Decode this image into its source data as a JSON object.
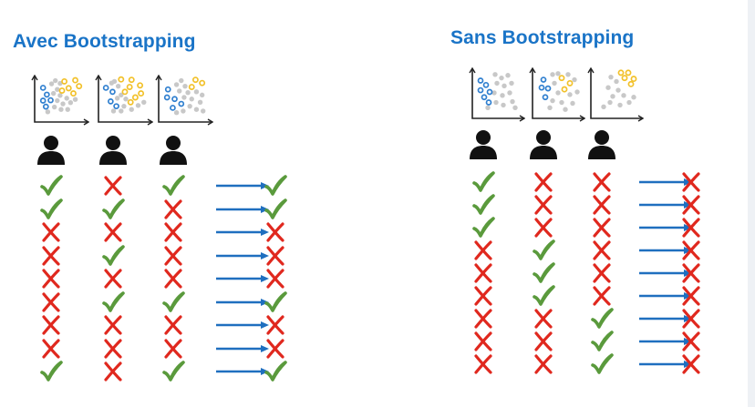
{
  "panels": [
    {
      "id": "with",
      "title": "Avec Bootstrapping",
      "plots": [
        {
          "yellow": [
            [
              0.78,
              0.07
            ],
            [
              0.55,
              0.1
            ],
            [
              0.86,
              0.22
            ],
            [
              0.64,
              0.27
            ],
            [
              0.74,
              0.4
            ],
            [
              0.5,
              0.33
            ]
          ],
          "blue": [
            [
              0.1,
              0.26
            ],
            [
              0.18,
              0.43
            ],
            [
              0.1,
              0.58
            ],
            [
              0.26,
              0.57
            ],
            [
              0.16,
              0.73
            ]
          ],
          "gray": [
            [
              0.36,
              0.08
            ],
            [
              0.28,
              0.16
            ],
            [
              0.46,
              0.15
            ],
            [
              0.4,
              0.3
            ],
            [
              0.32,
              0.4
            ],
            [
              0.46,
              0.45
            ],
            [
              0.6,
              0.52
            ],
            [
              0.4,
              0.58
            ],
            [
              0.52,
              0.66
            ],
            [
              0.68,
              0.63
            ],
            [
              0.34,
              0.74
            ],
            [
              0.48,
              0.8
            ],
            [
              0.62,
              0.8
            ],
            [
              0.2,
              0.86
            ],
            [
              0.78,
              0.55
            ]
          ]
        },
        {
          "yellow": [
            [
              0.4,
              0.05
            ],
            [
              0.62,
              0.06
            ],
            [
              0.8,
              0.2
            ],
            [
              0.58,
              0.24
            ],
            [
              0.82,
              0.4
            ],
            [
              0.48,
              0.36
            ],
            [
              0.7,
              0.5
            ],
            [
              0.6,
              0.62
            ]
          ],
          "blue": [
            [
              0.08,
              0.26
            ],
            [
              0.22,
              0.36
            ],
            [
              0.18,
              0.6
            ],
            [
              0.3,
              0.72
            ]
          ],
          "gray": [
            [
              0.26,
              0.1
            ],
            [
              0.34,
              0.22
            ],
            [
              0.2,
              0.14
            ],
            [
              0.4,
              0.44
            ],
            [
              0.32,
              0.52
            ],
            [
              0.5,
              0.54
            ],
            [
              0.46,
              0.72
            ],
            [
              0.62,
              0.8
            ],
            [
              0.76,
              0.7
            ],
            [
              0.4,
              0.84
            ],
            [
              0.24,
              0.84
            ],
            [
              0.88,
              0.62
            ]
          ]
        },
        {
          "yellow": [
            [
              0.7,
              0.06
            ],
            [
              0.84,
              0.14
            ],
            [
              0.62,
              0.24
            ]
          ],
          "blue": [
            [
              0.12,
              0.3
            ],
            [
              0.1,
              0.5
            ],
            [
              0.26,
              0.54
            ],
            [
              0.22,
              0.76
            ],
            [
              0.4,
              0.66
            ]
          ],
          "gray": [
            [
              0.4,
              0.08
            ],
            [
              0.3,
              0.18
            ],
            [
              0.48,
              0.22
            ],
            [
              0.36,
              0.34
            ],
            [
              0.54,
              0.38
            ],
            [
              0.72,
              0.36
            ],
            [
              0.84,
              0.44
            ],
            [
              0.46,
              0.5
            ],
            [
              0.62,
              0.54
            ],
            [
              0.8,
              0.62
            ],
            [
              0.58,
              0.72
            ],
            [
              0.72,
              0.8
            ],
            [
              0.44,
              0.84
            ],
            [
              0.86,
              0.84
            ],
            [
              0.3,
              0.88
            ]
          ]
        }
      ],
      "columns": [
        [
          "check",
          "check",
          "cross",
          "cross",
          "cross",
          "cross",
          "cross",
          "cross",
          "check"
        ],
        [
          "cross",
          "check",
          "cross",
          "check",
          "cross",
          "check",
          "cross",
          "cross",
          "cross"
        ],
        [
          "check",
          "cross",
          "cross",
          "cross",
          "cross",
          "check",
          "cross",
          "cross",
          "check"
        ]
      ],
      "result": [
        "check",
        "check",
        "cross",
        "cross",
        "cross",
        "check",
        "cross",
        "cross",
        "check"
      ]
    },
    {
      "id": "without",
      "title": "Sans Bootstrapping",
      "plots": [
        {
          "yellow": [],
          "blue": [
            [
              0.1,
              0.24
            ],
            [
              0.22,
              0.34
            ],
            [
              0.1,
              0.46
            ],
            [
              0.3,
              0.5
            ],
            [
              0.18,
              0.62
            ],
            [
              0.28,
              0.74
            ]
          ],
          "gray": [
            [
              0.42,
              0.1
            ],
            [
              0.56,
              0.18
            ],
            [
              0.7,
              0.12
            ],
            [
              0.46,
              0.3
            ],
            [
              0.62,
              0.36
            ],
            [
              0.78,
              0.3
            ],
            [
              0.4,
              0.52
            ],
            [
              0.58,
              0.58
            ],
            [
              0.74,
              0.52
            ],
            [
              0.44,
              0.74
            ],
            [
              0.6,
              0.8
            ],
            [
              0.8,
              0.72
            ],
            [
              0.26,
              0.86
            ],
            [
              0.86,
              0.86
            ]
          ]
        },
        {
          "yellow": [
            [
              0.56,
              0.18
            ],
            [
              0.74,
              0.3
            ],
            [
              0.62,
              0.44
            ]
          ],
          "blue": [
            [
              0.16,
              0.22
            ],
            [
              0.12,
              0.4
            ],
            [
              0.26,
              0.42
            ],
            [
              0.2,
              0.62
            ]
          ],
          "gray": [
            [
              0.36,
              0.1
            ],
            [
              0.48,
              0.08
            ],
            [
              0.7,
              0.1
            ],
            [
              0.4,
              0.3
            ],
            [
              0.84,
              0.22
            ],
            [
              0.48,
              0.52
            ],
            [
              0.74,
              0.56
            ],
            [
              0.36,
              0.7
            ],
            [
              0.56,
              0.74
            ],
            [
              0.8,
              0.76
            ],
            [
              0.3,
              0.86
            ],
            [
              0.64,
              0.9
            ],
            [
              0.9,
              0.5
            ]
          ]
        },
        {
          "yellow": [
            [
              0.58,
              0.06
            ],
            [
              0.74,
              0.06
            ],
            [
              0.66,
              0.18
            ],
            [
              0.86,
              0.2
            ],
            [
              0.8,
              0.32
            ]
          ],
          "blue": [],
          "gray": [
            [
              0.36,
              0.16
            ],
            [
              0.48,
              0.26
            ],
            [
              0.3,
              0.4
            ],
            [
              0.52,
              0.46
            ],
            [
              0.4,
              0.6
            ],
            [
              0.64,
              0.58
            ],
            [
              0.34,
              0.74
            ],
            [
              0.56,
              0.8
            ],
            [
              0.76,
              0.74
            ],
            [
              0.86,
              0.62
            ],
            [
              0.2,
              0.84
            ]
          ]
        }
      ],
      "columns": [
        [
          "check",
          "check",
          "check",
          "cross",
          "cross",
          "cross",
          "cross",
          "cross",
          "cross"
        ],
        [
          "cross",
          "cross",
          "cross",
          "check",
          "check",
          "check",
          "cross",
          "cross",
          "cross"
        ],
        [
          "cross",
          "cross",
          "cross",
          "cross",
          "cross",
          "cross",
          "check",
          "check",
          "check"
        ]
      ],
      "result": [
        "cross",
        "cross",
        "cross",
        "cross",
        "cross",
        "cross",
        "cross",
        "cross",
        "cross"
      ]
    }
  ],
  "colors": {
    "title": "#1a74c7",
    "check": "#5a9a3c",
    "cross": "#e0281e",
    "arrow": "#1f6fbf",
    "dot_blue": "#2f7fcf",
    "dot_yellow": "#f2c12a",
    "dot_gray": "#c8c8c8",
    "person": "#111111",
    "axis": "#222222"
  },
  "icons": {
    "check": "check-mark-icon",
    "cross": "cross-mark-icon",
    "person": "person-icon",
    "arrow": "right-arrow-icon"
  }
}
